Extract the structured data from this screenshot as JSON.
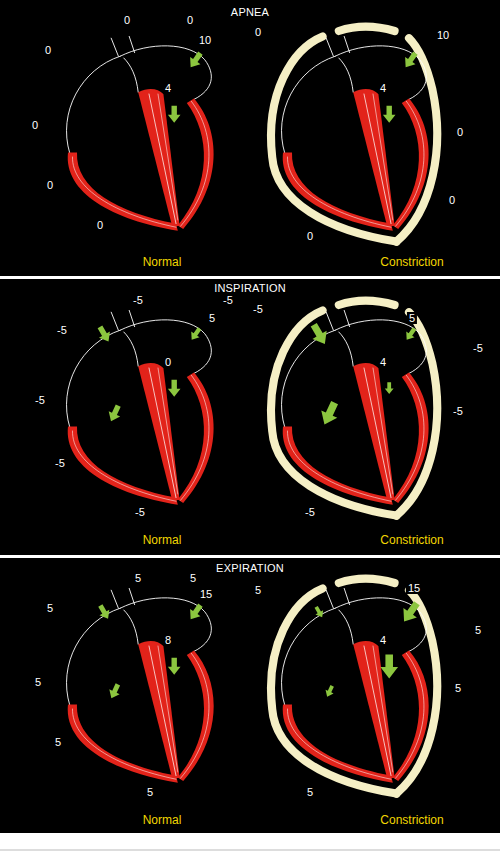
{
  "diagram": {
    "labels": [
      "APNEA",
      "0",
      "0",
      "10",
      "0",
      "4",
      "0",
      "0",
      "0",
      "0",
      "10",
      "4",
      "0",
      "0",
      "0",
      "Normal",
      "Constriction",
      "INSPIRATION",
      "-5",
      "-5",
      "5",
      "-5",
      "0",
      "-5",
      "-5",
      "-5",
      "-5",
      "5",
      "-5",
      "4",
      "-5",
      "-5",
      "Normal",
      "Constriction",
      "EXPIRATION",
      "5",
      "5",
      "15",
      "5",
      "8",
      "5",
      "5",
      "5",
      "5",
      "15",
      "5",
      "4",
      "5",
      "5",
      "Normal",
      "Constriction"
    ]
  }
}
